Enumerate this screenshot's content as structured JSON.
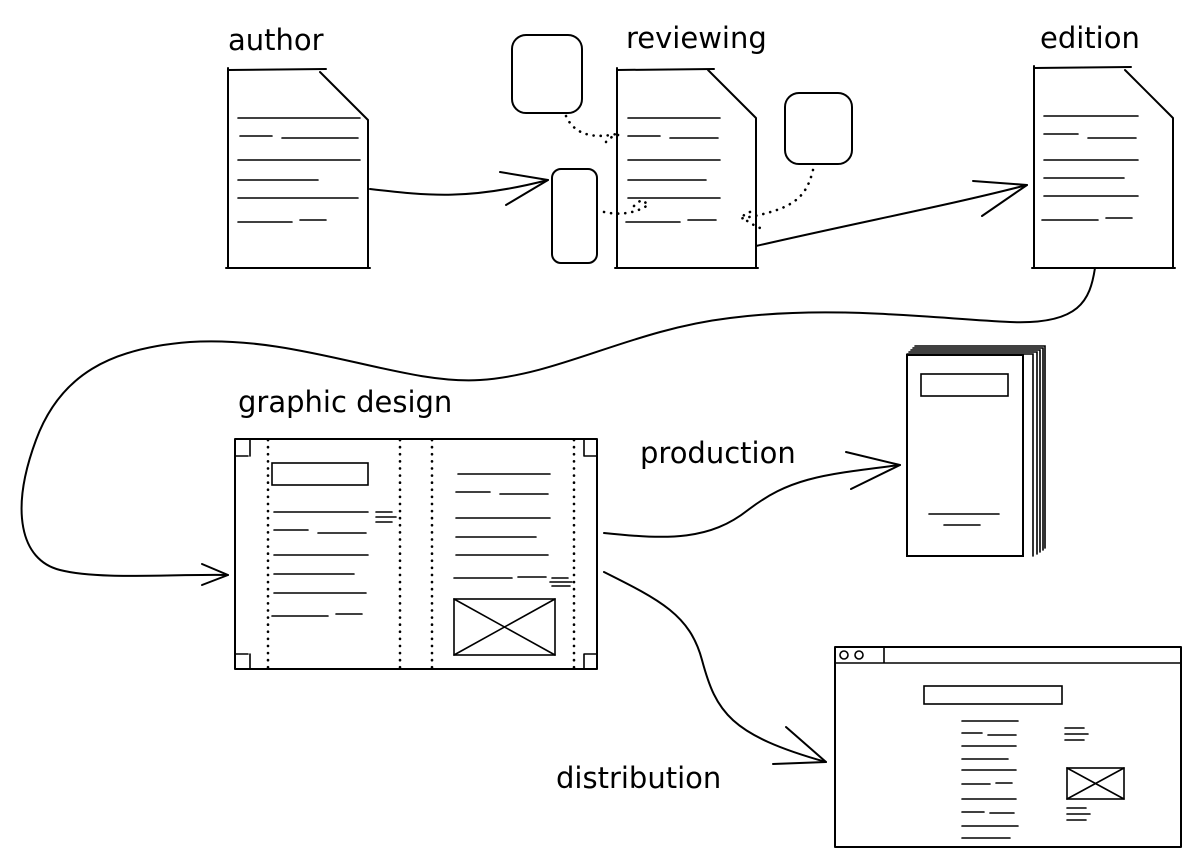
{
  "labels": {
    "author": "author",
    "reviewing": "reviewing",
    "edition": "edition",
    "graphic_design": "graphic design",
    "production": "production",
    "distribution": "distribution"
  }
}
